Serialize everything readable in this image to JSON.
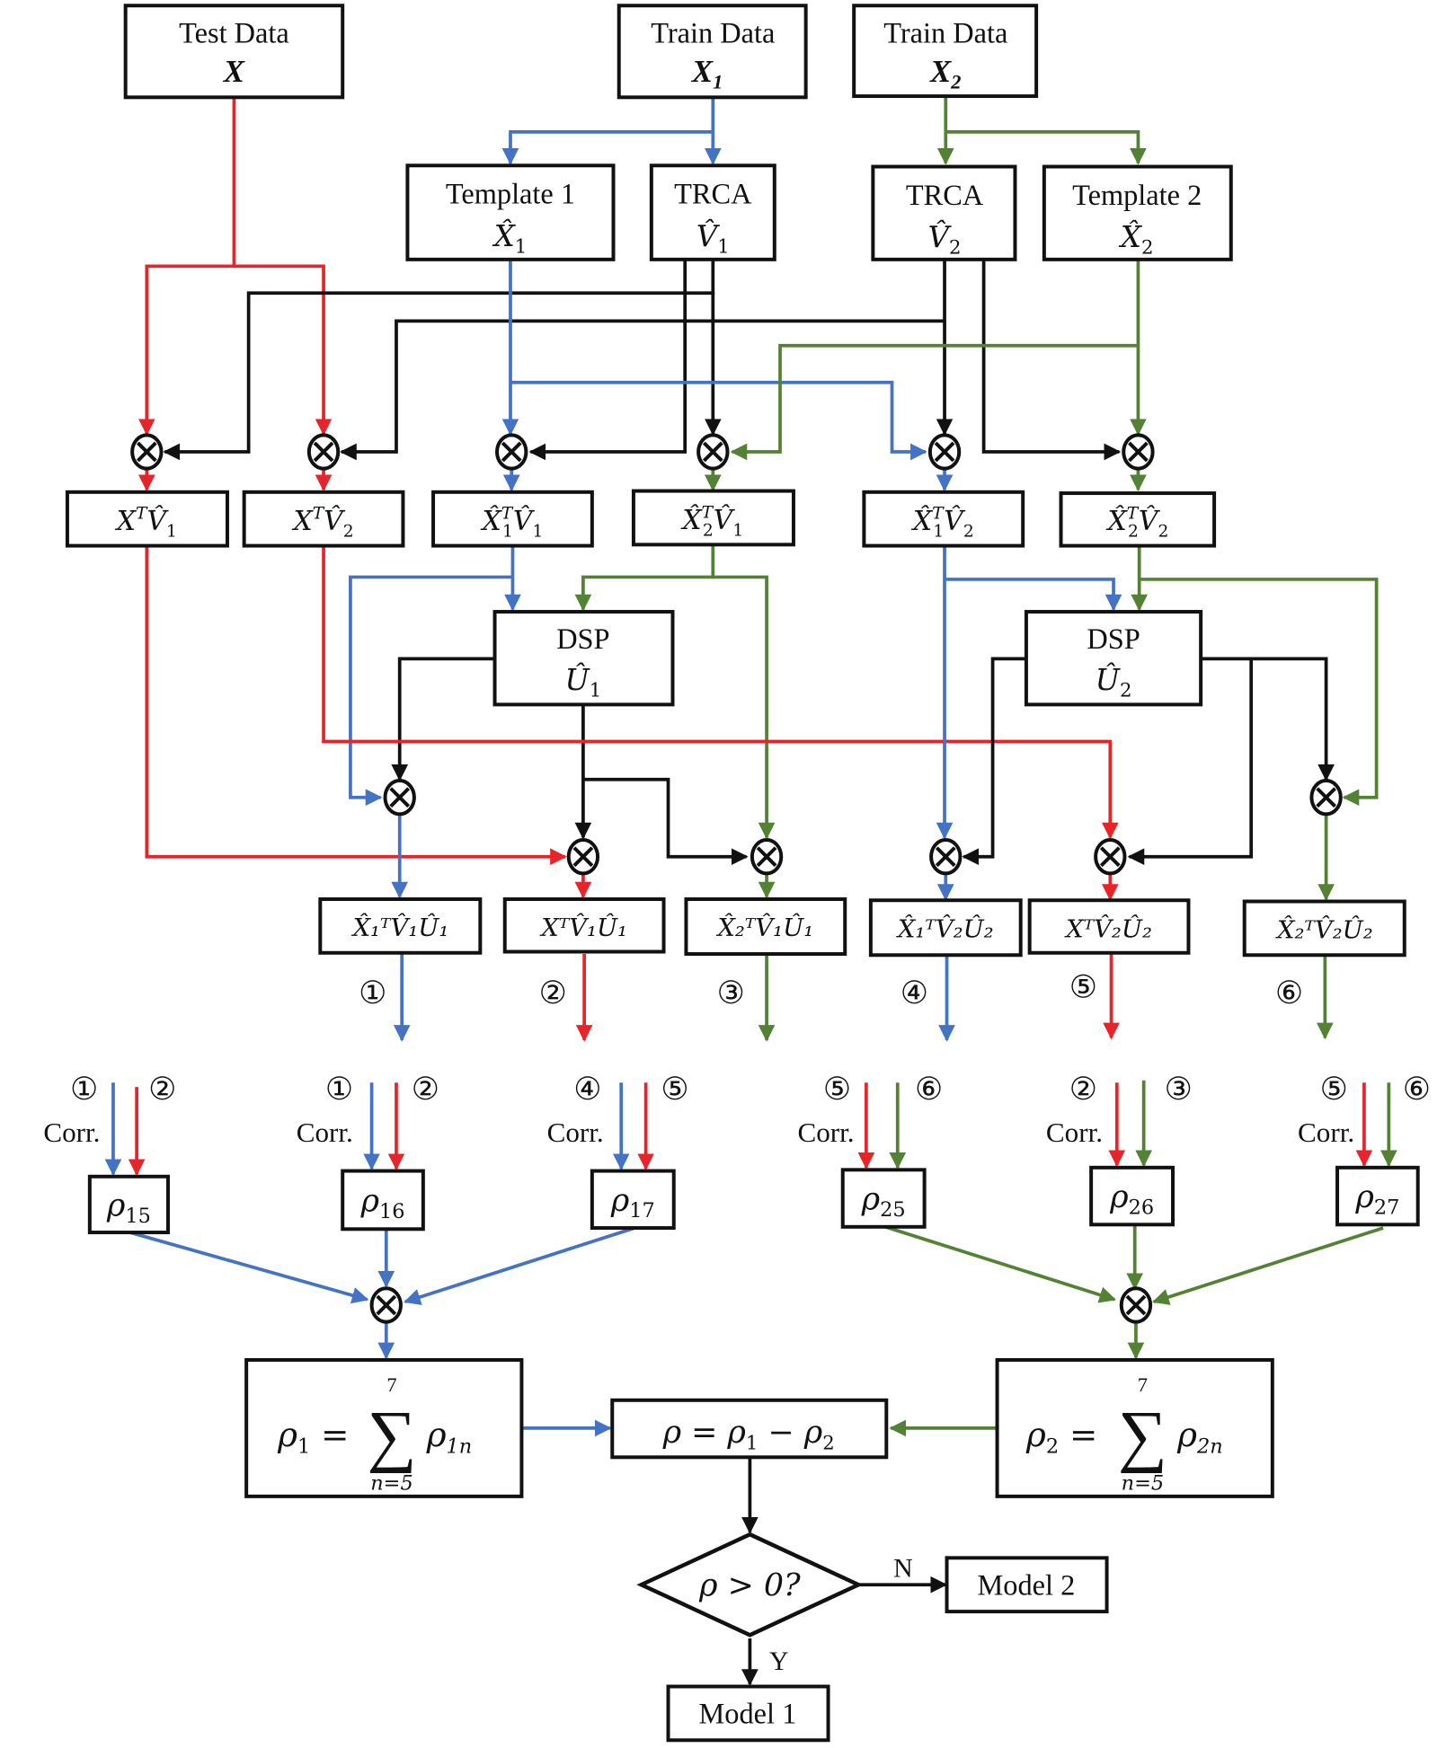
{
  "colors": {
    "test_path": "#e8242b",
    "class1_path": "#4472c4",
    "class2_path": "#548235",
    "filter_path": "#111111"
  },
  "inputs": {
    "test": {
      "title": "Test Data",
      "symbol": "X",
      "sub": ""
    },
    "train1": {
      "title": "Train Data",
      "symbol": "X",
      "sub": "1"
    },
    "train2": {
      "title": "Train Data",
      "symbol": "X",
      "sub": "2"
    }
  },
  "stage1": {
    "template1": {
      "title": "Template 1",
      "symbol": "X̂",
      "sub": "1"
    },
    "trca1": {
      "title": "TRCA",
      "symbol": "V̂",
      "sub": "1"
    },
    "trca2": {
      "title": "TRCA",
      "symbol": "V̂",
      "sub": "2"
    },
    "template2": {
      "title": "Template 2",
      "symbol": "X̂",
      "sub": "2"
    }
  },
  "projections": [
    {
      "id": "XTV1",
      "main": "X",
      "sup": "T",
      "rest": "V̂",
      "sub2": "1",
      "sub1": ""
    },
    {
      "id": "XTV2",
      "main": "X",
      "sup": "T",
      "rest": "V̂",
      "sub2": "2",
      "sub1": ""
    },
    {
      "id": "X1TV1",
      "main": "X̂",
      "sup": "T",
      "rest": "V̂",
      "sub2": "1",
      "sub1": "1"
    },
    {
      "id": "X2TV1",
      "main": "X̂",
      "sup": "T",
      "rest": "V̂",
      "sub2": "1",
      "sub1": "2"
    },
    {
      "id": "X1TV2",
      "main": "X̂",
      "sup": "T",
      "rest": "V̂",
      "sub2": "2",
      "sub1": "1"
    },
    {
      "id": "X2TV2",
      "main": "X̂",
      "sup": "T",
      "rest": "V̂",
      "sub2": "2",
      "sub1": "2"
    }
  ],
  "dsp": [
    {
      "title": "DSP",
      "symbol": "Û",
      "sub": "1"
    },
    {
      "title": "DSP",
      "symbol": "Û",
      "sub": "2"
    }
  ],
  "features": [
    {
      "label": "X̂₁ᵀV̂₁Û₁",
      "marker": "①"
    },
    {
      "label": "XᵀV̂₁Û₁",
      "marker": "②"
    },
    {
      "label": "X̂₂ᵀV̂₁Û₁",
      "marker": "③"
    },
    {
      "label": "X̂₁ᵀV̂₂Û₂",
      "marker": "④"
    },
    {
      "label": "XᵀV̂₂Û₂",
      "marker": "⑤"
    },
    {
      "label": "X̂₂ᵀV̂₂Û₂",
      "marker": "⑥"
    }
  ],
  "correlations": {
    "corr_label": "Corr.",
    "items": [
      {
        "rho": "ρ",
        "sub": "15",
        "left": "①",
        "right": "②"
      },
      {
        "rho": "ρ",
        "sub": "16",
        "left": "①",
        "right": "②"
      },
      {
        "rho": "ρ",
        "sub": "17",
        "left": "④",
        "right": "⑤"
      },
      {
        "rho": "ρ",
        "sub": "25",
        "left": "⑤",
        "right": "⑥"
      },
      {
        "rho": "ρ",
        "sub": "26",
        "left": "②",
        "right": "③"
      },
      {
        "rho": "ρ",
        "sub": "27",
        "left": "⑤",
        "right": "⑥"
      }
    ]
  },
  "sums": [
    {
      "lhs": "ρ",
      "lhs_sub": "1",
      "upper": "7",
      "lower": "n=5",
      "term": "ρ",
      "term_sub": "1n"
    },
    {
      "lhs": "ρ",
      "lhs_sub": "2",
      "upper": "7",
      "lower": "n=5",
      "term": "ρ",
      "term_sub": "2n"
    }
  ],
  "difference": {
    "text": "ρ = ρ",
    "sub1": "1",
    "minus": " − ρ",
    "sub2": "2"
  },
  "decision": {
    "text": "ρ > 0?",
    "yes": "Y",
    "no": "N"
  },
  "outputs": {
    "model1": "Model 1",
    "model2": "Model 2"
  },
  "symbols": {
    "sigma": "∑"
  }
}
